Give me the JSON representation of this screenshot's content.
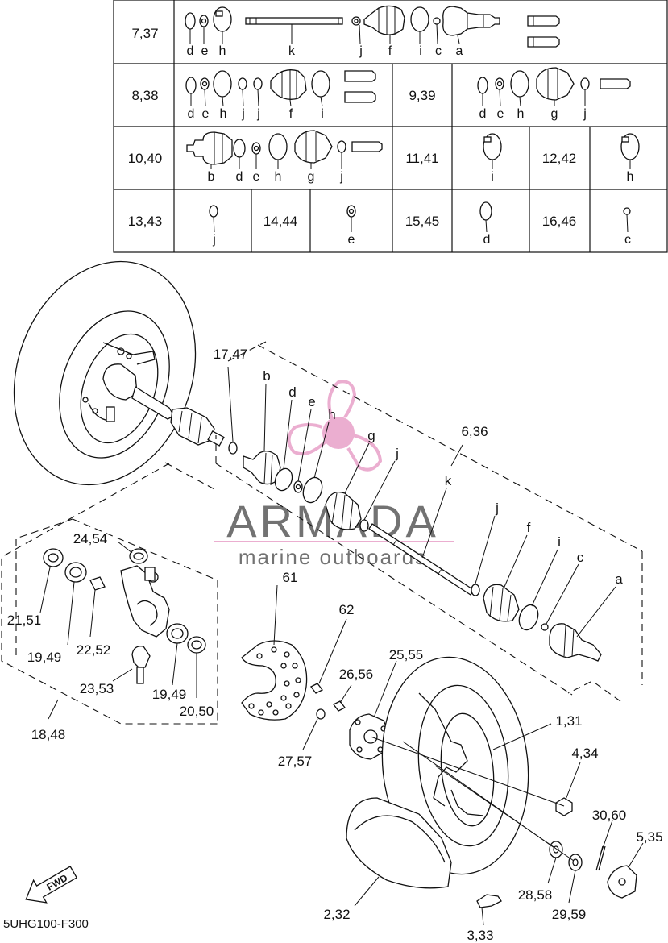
{
  "table": {
    "rows": [
      {
        "key": "row-7-37",
        "label": "7,37",
        "letters": [
          "d",
          "e",
          "h",
          "k",
          "j",
          "f",
          "i",
          "c",
          "a"
        ]
      },
      {
        "key": "row-8-38",
        "label": "8,38",
        "letters": [
          "d",
          "e",
          "h",
          "j",
          "j",
          "f",
          "i"
        ]
      },
      {
        "key": "row-9-39",
        "label": "9,39",
        "letters": [
          "d",
          "e",
          "h",
          "g",
          "j"
        ]
      },
      {
        "key": "row-10-40",
        "label": "10,40",
        "letters": [
          "b",
          "d",
          "e",
          "h",
          "g",
          "j"
        ]
      },
      {
        "key": "row-11-41",
        "label": "11,41",
        "letters": [
          "i"
        ]
      },
      {
        "key": "row-12-42",
        "label": "12,42",
        "letters": [
          "h"
        ]
      },
      {
        "key": "row-13-43",
        "label": "13,43",
        "letters": [
          "j"
        ]
      },
      {
        "key": "row-14-44",
        "label": "14,44",
        "letters": [
          "e"
        ]
      },
      {
        "key": "row-15-45",
        "label": "15,45",
        "letters": [
          "d"
        ]
      },
      {
        "key": "row-16-46",
        "label": "16,46",
        "letters": [
          "c"
        ]
      }
    ]
  },
  "callouts": {
    "c17_47": "17,47",
    "c6_36": "6,36",
    "c24_54": "24,54",
    "c61": "61",
    "c62": "62",
    "c21_51": "21,51",
    "c19_49a": "19,49",
    "c22_52": "22,52",
    "c23_53": "23,53",
    "c19_49b": "19,49",
    "c20_50": "20,50",
    "c18_48": "18,48",
    "c25_55": "25,55",
    "c26_56": "26,56",
    "c27_57": "27,57",
    "c1_31": "1,31",
    "c4_34": "4,34",
    "c30_60": "30,60",
    "c5_35": "5,35",
    "c28_58": "28,58",
    "c29_59": "29,59",
    "c2_32": "2,32",
    "c3_33": "3,33"
  },
  "shaft_letters": {
    "b": "b",
    "d": "d",
    "e": "e",
    "h": "h",
    "g": "g",
    "j1": "j",
    "k": "k",
    "j2": "j",
    "f": "f",
    "i": "i",
    "c": "c",
    "a": "a"
  },
  "fwd_label": "FWD",
  "diagram_code": "5UHG100-F300",
  "watermark": {
    "brand": "ARMADA",
    "tagline": "marine outboards",
    "color": "#e8a0c8"
  }
}
